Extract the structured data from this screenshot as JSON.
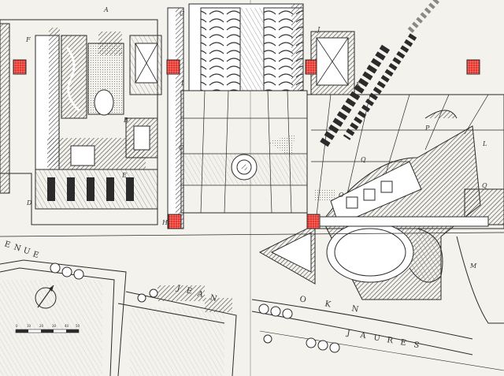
{
  "labels": {
    "a": "A",
    "b": "B",
    "c": "C",
    "d": "D",
    "e": "E",
    "f": "F",
    "g": "G",
    "h": "H",
    "i": "I",
    "j": "J",
    "k": "K",
    "l": "L",
    "m": "M",
    "o": "O",
    "p": "P",
    "q": "Q",
    "q2": "Q"
  },
  "streets": {
    "avenue_letters": [
      "E",
      "N",
      "U",
      "E"
    ],
    "jean_letters": [
      "J",
      "E",
      "A",
      "N"
    ],
    "okn_letters": [
      "O",
      "K",
      "N"
    ],
    "jaures_letters": [
      "J",
      "A",
      "U",
      "R",
      "E",
      "S"
    ]
  },
  "scale_ticks": [
    "0",
    "10",
    "20",
    "30",
    "40",
    "50"
  ],
  "colors": {
    "paper": "#f4f2ec",
    "ink": "#2b2b2b",
    "hatch": "#555555",
    "marker": "#e8322a"
  }
}
